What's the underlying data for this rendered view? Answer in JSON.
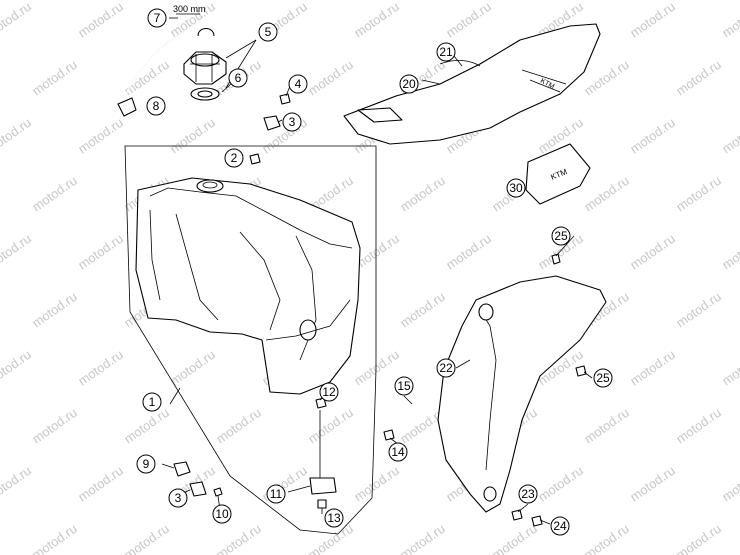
{
  "watermark": "motod.ru",
  "hose_length_label": "300 mm",
  "callouts": [
    {
      "id": "c7",
      "label": "7"
    },
    {
      "id": "c5",
      "label": "5"
    },
    {
      "id": "c6",
      "label": "6"
    },
    {
      "id": "c4",
      "label": "4"
    },
    {
      "id": "c8",
      "label": "8"
    },
    {
      "id": "c3a",
      "label": "3"
    },
    {
      "id": "c2",
      "label": "2"
    },
    {
      "id": "c1",
      "label": "1"
    },
    {
      "id": "c12",
      "label": "12"
    },
    {
      "id": "c9",
      "label": "9"
    },
    {
      "id": "c3b",
      "label": "3"
    },
    {
      "id": "c10",
      "label": "10"
    },
    {
      "id": "c11",
      "label": "11"
    },
    {
      "id": "c13",
      "label": "13"
    },
    {
      "id": "c21",
      "label": "21"
    },
    {
      "id": "c20",
      "label": "20"
    },
    {
      "id": "c30",
      "label": "30"
    },
    {
      "id": "c25a",
      "label": "25"
    },
    {
      "id": "c25b",
      "label": "25"
    },
    {
      "id": "c22",
      "label": "22"
    },
    {
      "id": "c15",
      "label": "15"
    },
    {
      "id": "c14",
      "label": "14"
    },
    {
      "id": "c23",
      "label": "23"
    },
    {
      "id": "c24",
      "label": "24"
    }
  ]
}
